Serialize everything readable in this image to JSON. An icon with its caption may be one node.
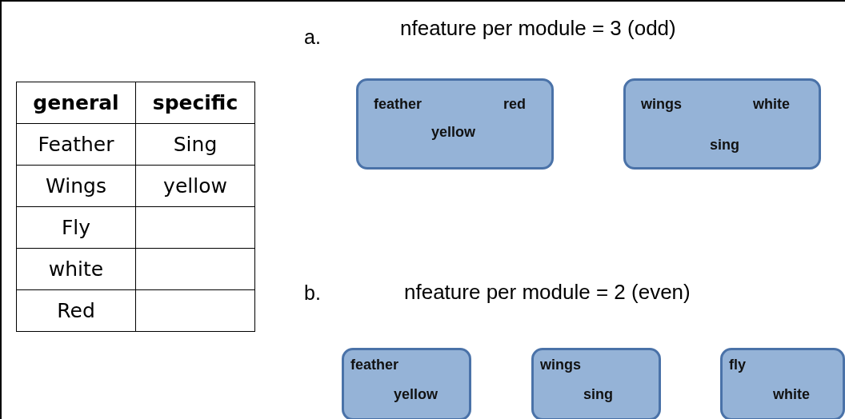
{
  "diagram": {
    "nodes": [
      {
        "text": [
          "feather",
          "red",
          "yellow"
        ]
      },
      {
        "text": [
          "wings",
          "white",
          "sing"
        ]
      },
      {
        "text": [
          "feather",
          "yellow"
        ]
      },
      {
        "text": [
          "wings",
          "sing"
        ]
      },
      {
        "text": [
          "fly",
          "white"
        ]
      }
    ],
    "labels": [
      "a.",
      "nfeature per module = 3 (odd)",
      "general",
      "specific",
      "Feather",
      "Sing",
      "Wings",
      "yellow",
      "Fly",
      "white",
      "Red",
      "b.",
      "nfeature per module = 2 (even)"
    ]
  }
}
